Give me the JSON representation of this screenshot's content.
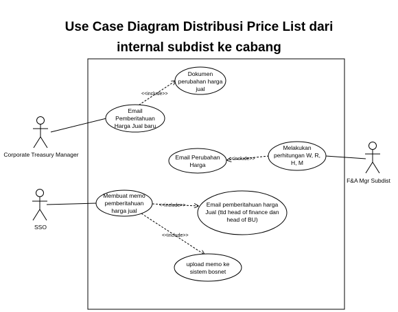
{
  "title": {
    "line1": "Use Case Diagram Distribusi Price List dari",
    "line2": "internal subdist ke cabang"
  },
  "actors": {
    "corporate_treasury": "Corporate Treasury Manager",
    "sso": "SSO",
    "fa_mgr": "F&A Mgr Subdist"
  },
  "use_cases": {
    "dokumen": [
      "Dokumen",
      "perubahan harga",
      "jual"
    ],
    "email_pemberitahuan": [
      "Email",
      "Pemberitahuan",
      "Harga Jual baru"
    ],
    "email_perubahan": [
      "Email Perubahan",
      "Harga"
    ],
    "melakukan": [
      "Melakukan",
      "perhitungan W, R,",
      "H, M"
    ],
    "membuat_memo": [
      "Membuat memo",
      "pemberitahuan",
      "harga jual"
    ],
    "email_ttd": [
      "Email pemberitahuan harga",
      "Jual (ttd head of finance dan",
      "head of BU)"
    ],
    "upload_memo": [
      "upload memo ke",
      "sistem bosnet"
    ]
  },
  "relations": {
    "include": "<<include>>"
  }
}
